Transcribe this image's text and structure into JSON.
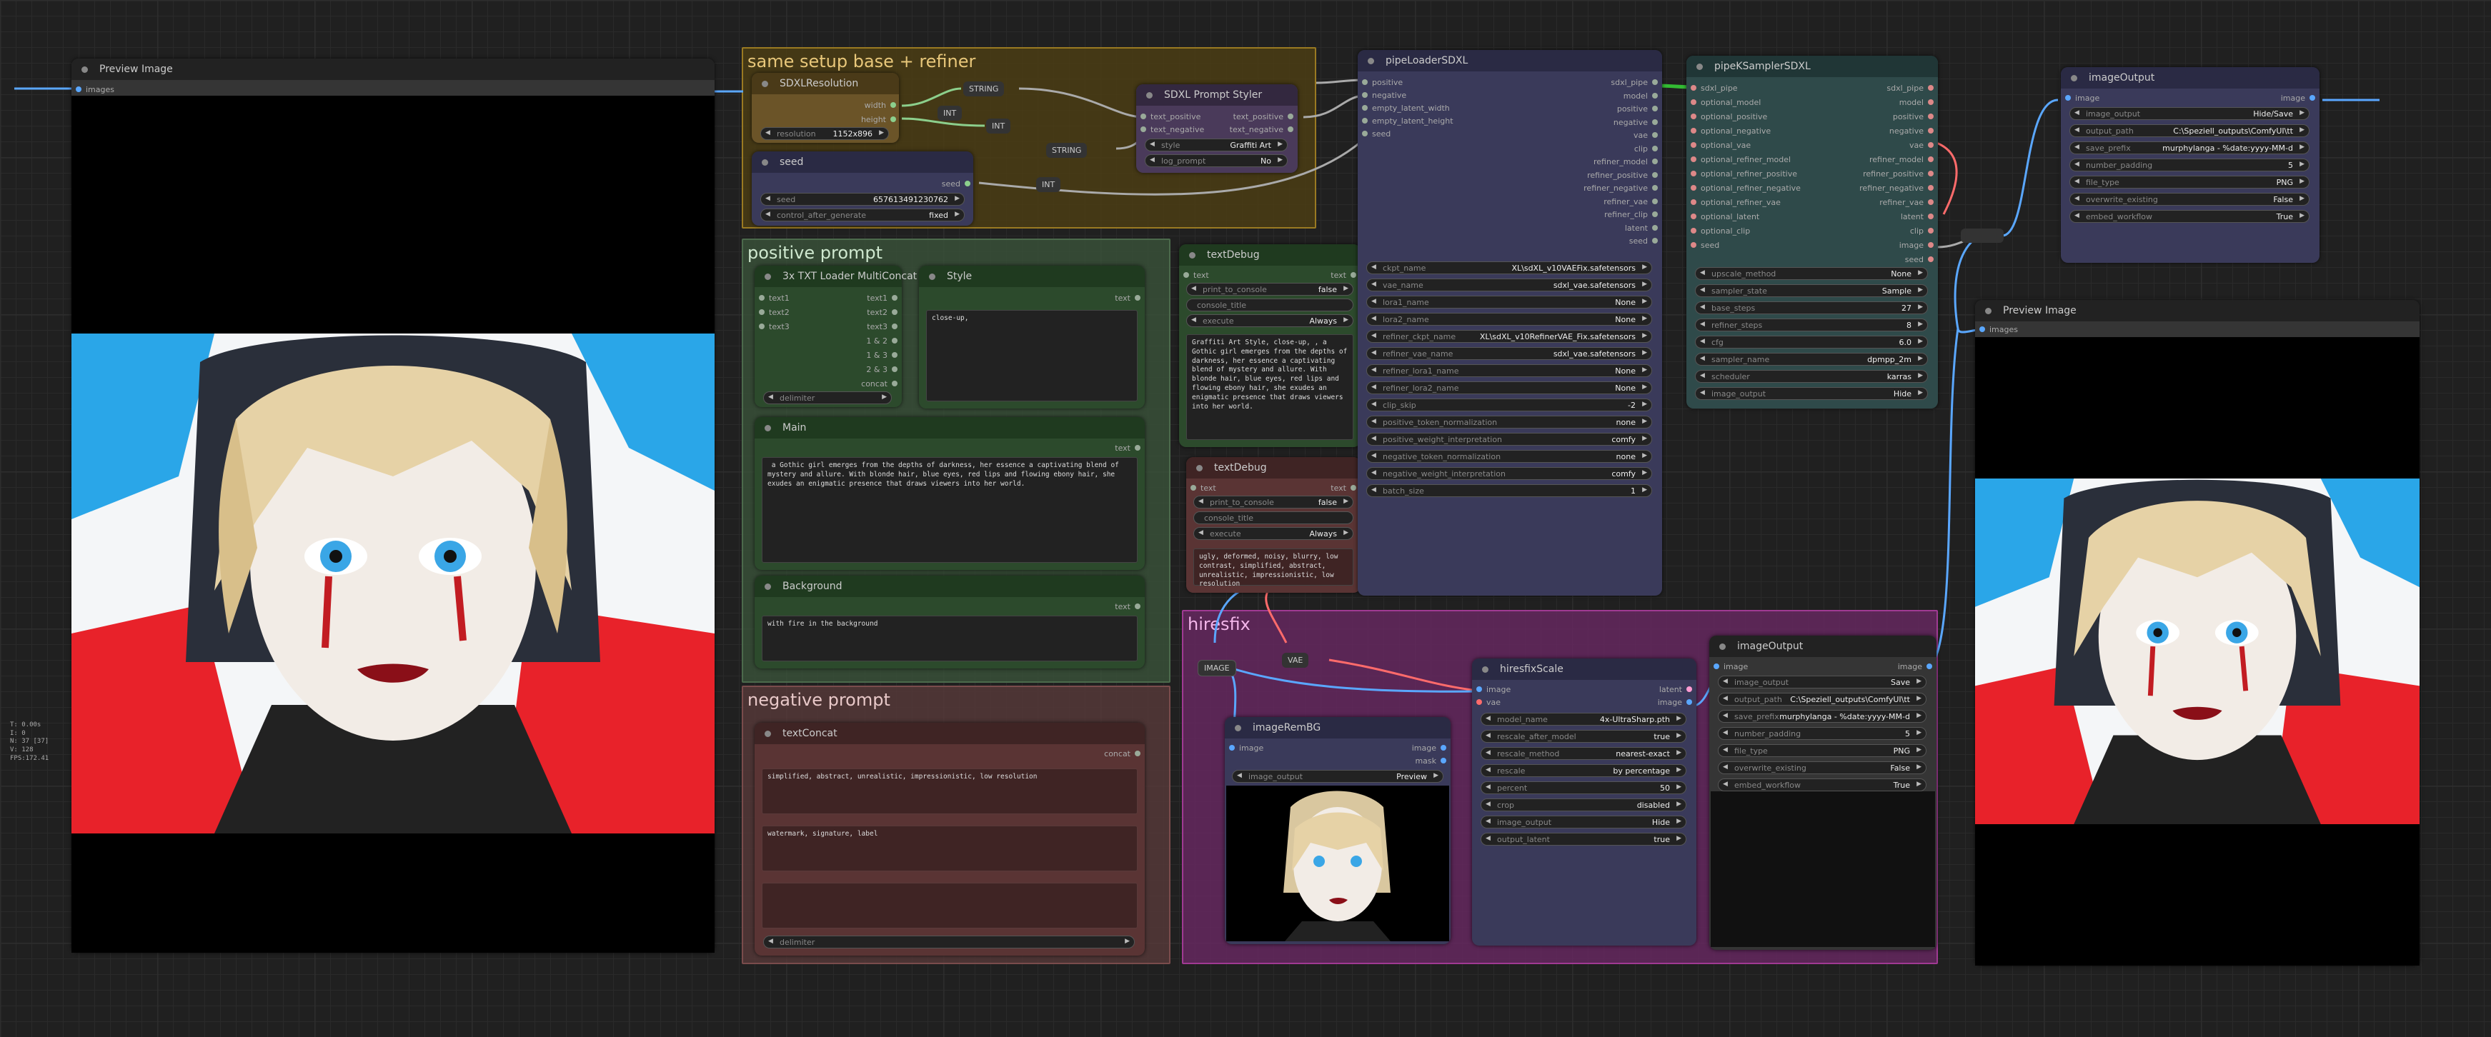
{
  "groups": {
    "setup": "same setup base + refiner",
    "positive": "positive prompt",
    "negative": "negative prompt",
    "hires": "hiresfix"
  },
  "preview_left": {
    "title": "Preview Image",
    "slot": "images"
  },
  "preview_right": {
    "title": "Preview Image",
    "slot": "images"
  },
  "sdxl_res": {
    "title": "SDXLResolution",
    "out1": "width",
    "out2": "height",
    "w_label": "resolution",
    "w_value": "1152x896"
  },
  "seed": {
    "title": "seed",
    "out": "seed",
    "seed_label": "seed",
    "seed_value": "657613491230762",
    "ctrl_label": "control_after_generate",
    "ctrl_value": "fixed"
  },
  "reroutes": {
    "string1": "STRING",
    "int1": "INT",
    "int2": "INT",
    "string2": "STRING",
    "int3": "INT",
    "image": "IMAGE",
    "vae": "VAE"
  },
  "prompt_styler": {
    "title": "SDXL Prompt Styler",
    "in1": "text_positive",
    "in2": "text_negative",
    "out1": "text_positive",
    "out2": "text_negative",
    "style_label": "style",
    "style_value": "Graffiti Art",
    "log_label": "log_prompt",
    "log_value": "No"
  },
  "txt_loader": {
    "title": "3x TXT Loader MultiConcat",
    "in": [
      "text1",
      "text2",
      "text3"
    ],
    "out": [
      "text1",
      "text2",
      "text3",
      "1 & 2",
      "1 & 3",
      "2 & 3",
      "concat"
    ],
    "delim": "delimiter"
  },
  "style_node": {
    "title": "Style",
    "out": "text",
    "text": "close-up,"
  },
  "main_node": {
    "title": "Main",
    "out": "text",
    "text": " a Gothic girl emerges from the depths of darkness, her essence a captivating blend of mystery and allure. With blonde hair, blue eyes, red lips and flowing ebony hair, she exudes an enigmatic presence that draws viewers into her world."
  },
  "bg_node": {
    "title": "Background",
    "out": "text",
    "text": "with fire in the background"
  },
  "text_concat": {
    "title": "textConcat",
    "out": "concat",
    "t1": "simplified, abstract, unrealistic, impressionistic, low resolution",
    "t2": "watermark, signature, label",
    "t3": "",
    "delim": "delimiter"
  },
  "debug1": {
    "title": "textDebug",
    "in": "text",
    "out": "text",
    "p_label": "print_to_console",
    "p_value": "false",
    "title_btn": "console_title",
    "ex_label": "execute",
    "ex_value": "Always",
    "text": "Graffiti Art Style, close-up, , a Gothic girl emerges from the depths of darkness, her essence a captivating blend of mystery and allure. With blonde hair, blue eyes, red lips and flowing ebony hair, she exudes an enigmatic presence that draws viewers into her world."
  },
  "debug2": {
    "title": "textDebug",
    "in": "text",
    "out": "text",
    "p_label": "print_to_console",
    "p_value": "false",
    "title_btn": "console_title",
    "ex_label": "execute",
    "ex_value": "Always",
    "text": "ugly, deformed, noisy, blurry, low contrast, simplified, abstract, unrealistic, impressionistic, low resolution"
  },
  "pipe_loader": {
    "title": "pipeLoaderSDXL",
    "inputs": [
      "positive",
      "negative",
      "empty_latent_width",
      "empty_latent_height",
      "seed"
    ],
    "outputs": [
      "sdxl_pipe",
      "model",
      "positive",
      "negative",
      "vae",
      "clip",
      "refiner_model",
      "refiner_positive",
      "refiner_negative",
      "refiner_vae",
      "refiner_clip",
      "latent",
      "seed"
    ],
    "widgets": [
      [
        "ckpt_name",
        "XL\\sdXL_v10VAEFix.safetensors"
      ],
      [
        "vae_name",
        "sdxl_vae.safetensors"
      ],
      [
        "lora1_name",
        "None"
      ],
      [
        "lora2_name",
        "None"
      ],
      [
        "refiner_ckpt_name",
        "XL\\sdXL_v10RefinerVAE_Fix.safetensors"
      ],
      [
        "refiner_vae_name",
        "sdxl_vae.safetensors"
      ],
      [
        "refiner_lora1_name",
        "None"
      ],
      [
        "refiner_lora2_name",
        "None"
      ],
      [
        "clip_skip",
        "-2"
      ],
      [
        "positive_token_normalization",
        "none"
      ],
      [
        "positive_weight_interpretation",
        "comfy"
      ],
      [
        "negative_token_normalization",
        "none"
      ],
      [
        "negative_weight_interpretation",
        "comfy"
      ],
      [
        "batch_size",
        "1"
      ]
    ]
  },
  "ksampler": {
    "title": "pipeKSamplerSDXL",
    "inputs": [
      "sdxl_pipe",
      "optional_model",
      "optional_positive",
      "optional_negative",
      "optional_vae",
      "optional_refiner_model",
      "optional_refiner_positive",
      "optional_refiner_negative",
      "optional_refiner_vae",
      "optional_latent",
      "optional_clip",
      "seed"
    ],
    "outputs": [
      "sdxl_pipe",
      "model",
      "positive",
      "negative",
      "vae",
      "refiner_model",
      "refiner_positive",
      "refiner_negative",
      "refiner_vae",
      "latent",
      "clip",
      "image",
      "seed"
    ],
    "widgets": [
      [
        "upscale_method",
        "None"
      ],
      [
        "sampler_state",
        "Sample"
      ],
      [
        "base_steps",
        "27"
      ],
      [
        "refiner_steps",
        "8"
      ],
      [
        "cfg",
        "6.0"
      ],
      [
        "sampler_name",
        "dpmpp_2m"
      ],
      [
        "scheduler",
        "karras"
      ],
      [
        "image_output",
        "Hide"
      ]
    ]
  },
  "image_output1": {
    "title": "imageOutput",
    "in": "image",
    "out": "image",
    "widgets": [
      [
        "image_output",
        "Hide/Save"
      ],
      [
        "output_path",
        "C:\\Speziell_outputs\\ComfyUI\\tt"
      ],
      [
        "save_prefix",
        "murphylanga - %date:yyyy-MM-d"
      ],
      [
        "number_padding",
        "5"
      ],
      [
        "file_type",
        "PNG"
      ],
      [
        "overwrite_existing",
        "False"
      ],
      [
        "embed_workflow",
        "True"
      ]
    ]
  },
  "image_output2": {
    "title": "imageOutput",
    "in": "image",
    "out": "image",
    "widgets": [
      [
        "image_output",
        "Save"
      ],
      [
        "output_path",
        "C:\\Speziell_outputs\\ComfyUI\\tt"
      ],
      [
        "save_prefix",
        "murphylanga - %date:yyyy-MM-d"
      ],
      [
        "number_padding",
        "5"
      ],
      [
        "file_type",
        "PNG"
      ],
      [
        "overwrite_existing",
        "False"
      ],
      [
        "embed_workflow",
        "True"
      ]
    ]
  },
  "hires_scale": {
    "title": "hiresfixScale",
    "inputs": [
      "image",
      "vae"
    ],
    "outputs": [
      "latent",
      "image"
    ],
    "widgets": [
      [
        "model_name",
        "4x-UltraSharp.pth"
      ],
      [
        "rescale_after_model",
        "true"
      ],
      [
        "rescale_method",
        "nearest-exact"
      ],
      [
        "rescale",
        "by percentage"
      ],
      [
        "percent",
        "50"
      ],
      [
        "crop",
        "disabled"
      ],
      [
        "image_output",
        "Hide"
      ],
      [
        "output_latent",
        "true"
      ]
    ]
  },
  "image_rembg": {
    "title": "imageRemBG",
    "in": "image",
    "out1": "image",
    "out2": "mask",
    "w_label": "image_output",
    "w_value": "Preview"
  },
  "stats": [
    "T: 0.00s",
    "I: 0",
    "N: 37 [37]",
    "V: 128",
    "FPS:172.41"
  ],
  "colors": {
    "setup_group": "#8a6d1f",
    "positive_group": "#3b5a3b",
    "negative_group": "#6b3d3d",
    "hires_group": "#8a2c7c",
    "pipe_node": "#3a3a5a",
    "ksampler_node": "#2f4a4a",
    "wire_blue": "#5aa7ff",
    "wire_red": "#ff6b6b"
  }
}
